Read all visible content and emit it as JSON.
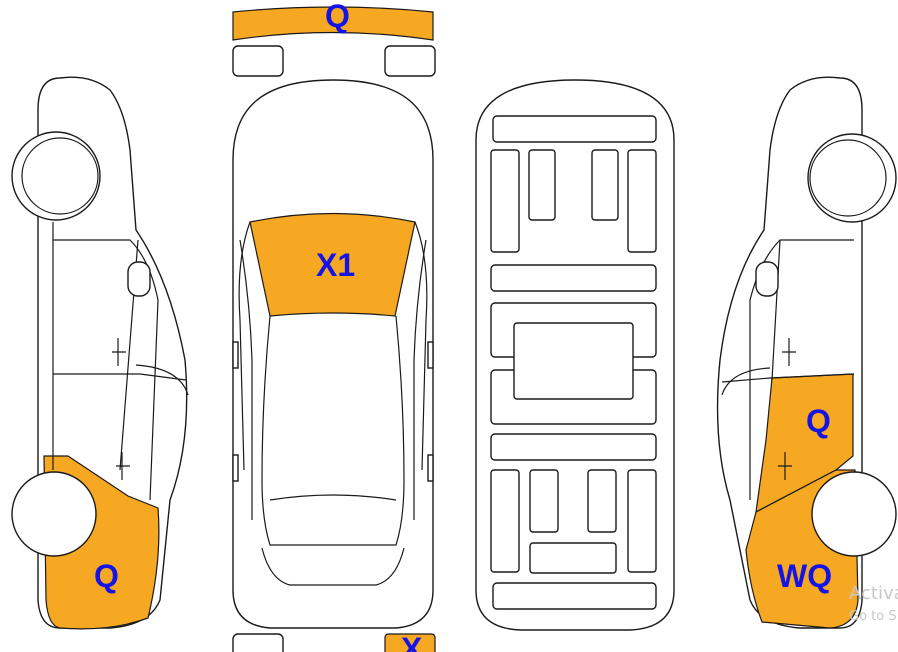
{
  "colors": {
    "damage_fill": "#f7a823",
    "label_color": "#1414e6",
    "outline": "#1a1a1a"
  },
  "labels": {
    "front_bumper": "Q",
    "hood": "X1",
    "left_rear_quarter": "Q",
    "right_rear_door": "Q",
    "right_rear_quarter": "WQ",
    "rear_bumper": "X"
  },
  "watermark": {
    "line1": "Activa",
    "line2": "Go to S"
  }
}
